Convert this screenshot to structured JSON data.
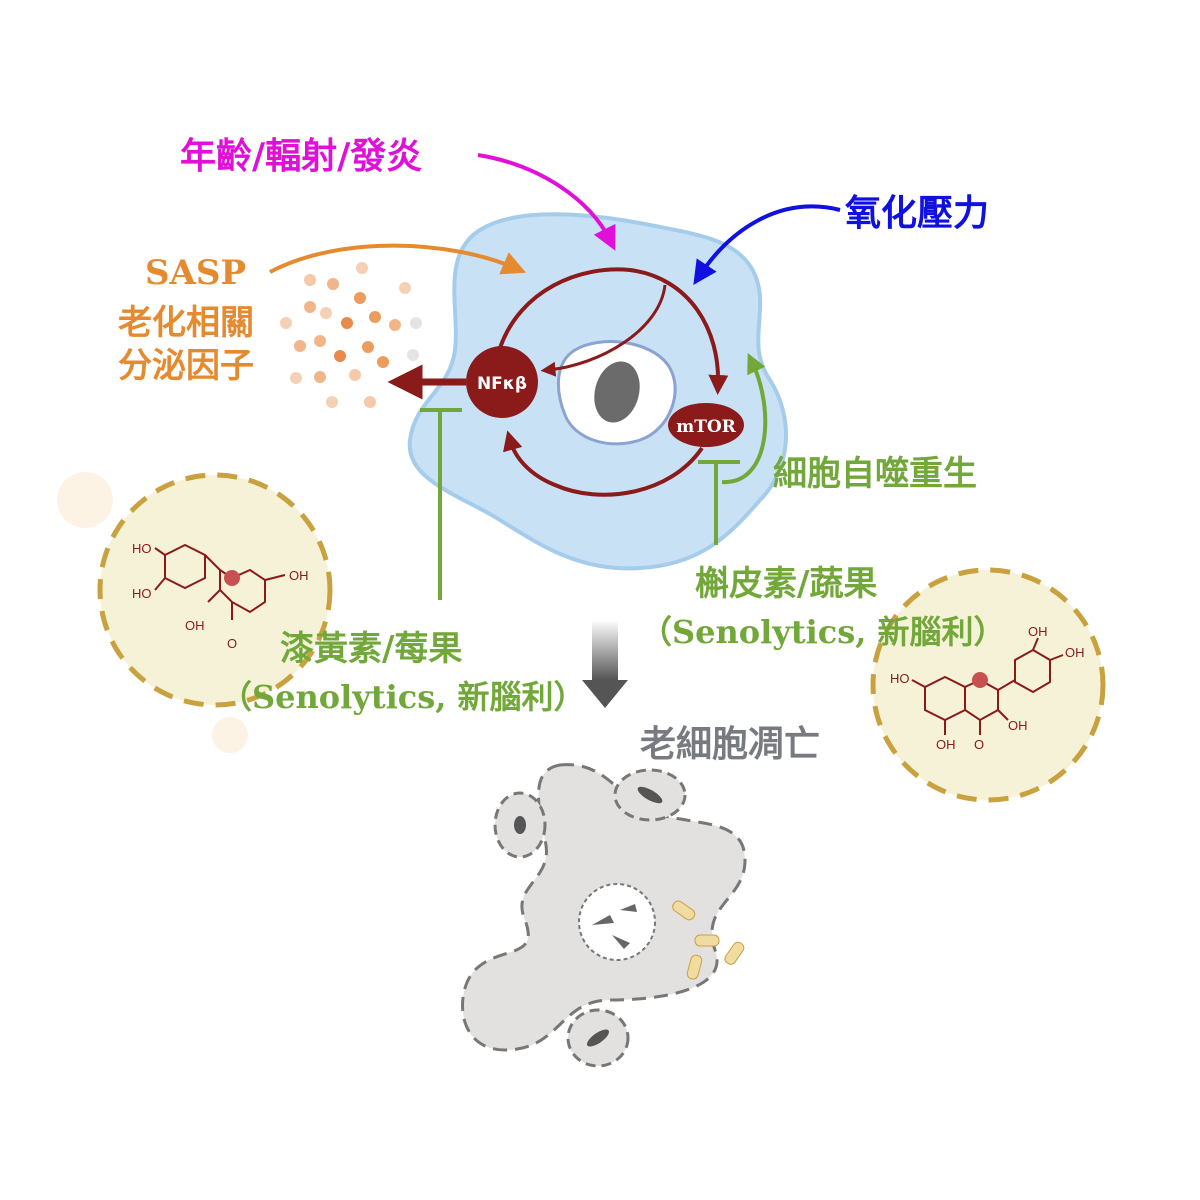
{
  "labels": {
    "stressors": "年齡/輻射/發炎",
    "oxidative_stress": "氧化壓力",
    "sasp": "SASP",
    "sasp_line1": "老化相關",
    "sasp_line2": "分泌因子",
    "nfkb": "NFκβ",
    "mtor": "mTOR",
    "autophagy": "細胞自噬重生",
    "quercetin": "槲皮素/蔬果",
    "quercetin_note": "（Senolytics, 新腦利）",
    "fisetin": "漆黃素/莓果",
    "fisetin_note": "（Senolytics, 新腦利）",
    "apoptosis": "老細胞凋亡"
  },
  "chem": {
    "oh": "OH",
    "ho": "HO",
    "o": "O"
  },
  "colors": {
    "magenta": "#e010d8",
    "blue": "#1010e0",
    "orange": "#e58a2e",
    "green": "#72a83a",
    "darkred": "#8b1a1a",
    "gray": "#777b80",
    "cell": "#c9e1f5"
  }
}
